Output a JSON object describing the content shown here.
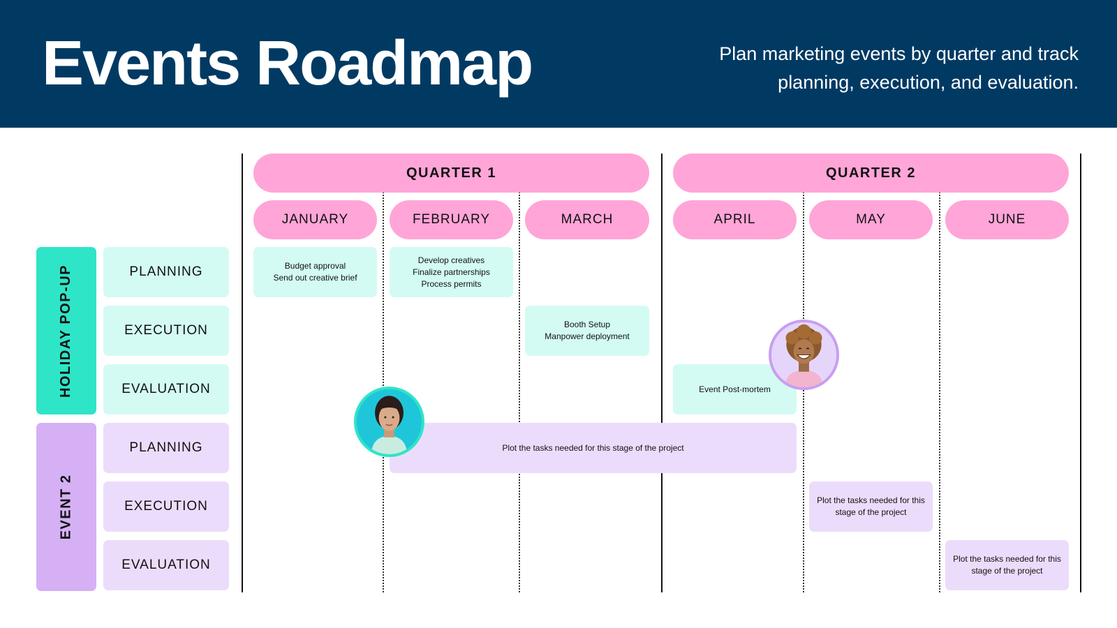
{
  "header": {
    "title": "Events Roadmap",
    "subtitle": "Plan marketing events by quarter and track planning, execution, and evaluation."
  },
  "colors": {
    "header_bg": "#003a63",
    "pink": "#ffa5d8",
    "teal_strong": "#2ee5c8",
    "teal_light": "#d3fbf4",
    "purple_strong": "#d5b0f5",
    "purple_light": "#ecdcfb"
  },
  "quarters": [
    "QUARTER 1",
    "QUARTER 2"
  ],
  "months": [
    "JANUARY",
    "FEBRUARY",
    "MARCH",
    "APRIL",
    "MAY",
    "JUNE"
  ],
  "events": [
    {
      "name": "HOLIDAY POP-UP",
      "stages": [
        "PLANNING",
        "EXECUTION",
        "EVALUATION"
      ]
    },
    {
      "name": "EVENT 2",
      "stages": [
        "PLANNING",
        "EXECUTION",
        "EVALUATION"
      ]
    }
  ],
  "tasks": [
    {
      "text": "Budget approval\nSend out creative brief",
      "event": "HOLIDAY POP-UP",
      "stage": "PLANNING",
      "start_month": "JANUARY",
      "end_month": "JANUARY"
    },
    {
      "text": "Develop creatives\nFinalize partnerships\nProcess permits",
      "event": "HOLIDAY POP-UP",
      "stage": "PLANNING",
      "start_month": "FEBRUARY",
      "end_month": "FEBRUARY"
    },
    {
      "text": "Booth Setup\nManpower deployment",
      "event": "HOLIDAY POP-UP",
      "stage": "EXECUTION",
      "start_month": "MARCH",
      "end_month": "MARCH"
    },
    {
      "text": "Event Post-mortem",
      "event": "HOLIDAY POP-UP",
      "stage": "EVALUATION",
      "start_month": "APRIL",
      "end_month": "APRIL"
    },
    {
      "text": "Plot the tasks needed for this stage of the project",
      "event": "EVENT 2",
      "stage": "PLANNING",
      "start_month": "FEBRUARY",
      "end_month": "APRIL"
    },
    {
      "text": "Plot the tasks needed for this stage of the project",
      "event": "EVENT 2",
      "stage": "EXECUTION",
      "start_month": "MAY",
      "end_month": "MAY"
    },
    {
      "text": "Plot the tasks needed for this stage of the project",
      "event": "EVENT 2",
      "stage": "EVALUATION",
      "start_month": "JUNE",
      "end_month": "JUNE"
    }
  ]
}
